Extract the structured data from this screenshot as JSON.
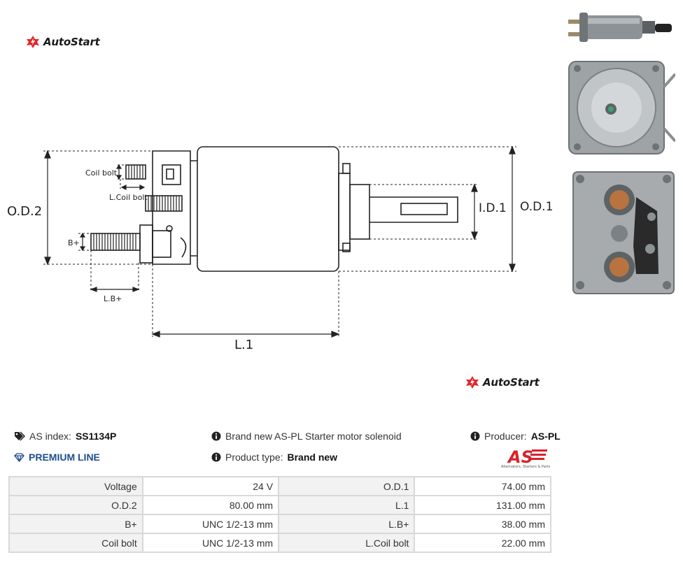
{
  "brand": {
    "logo_text": "AutoStart"
  },
  "drawing": {
    "labels": {
      "coil_bolt": "Coil bolt",
      "l_coil_bolt": "L.Coil bolt",
      "b_plus": "B+",
      "l_b_plus": "L.B+",
      "od2": "O.D.2",
      "od1": "O.D.1",
      "id1": "I.D.1",
      "l1": "L.1"
    }
  },
  "info": {
    "as_index_label": "AS index:",
    "as_index_value": "SS1134P",
    "premium": "PREMIUM LINE",
    "description": "Brand new AS-PL Starter motor solenoid",
    "product_type_label": "Product type:",
    "product_type_value": "Brand new",
    "producer_label": "Producer:",
    "producer_value": "AS-PL",
    "producer_logo_text": "AS",
    "producer_logo_tagline": "Alternators, Starters & Parts"
  },
  "specs": [
    {
      "l1": "Voltage",
      "v1": "24 V",
      "l2": "O.D.1",
      "v2": "74.00 mm"
    },
    {
      "l1": "O.D.2",
      "v1": "80.00 mm",
      "l2": "L.1",
      "v2": "131.00 mm"
    },
    {
      "l1": "B+",
      "v1": "UNC 1/2-13 mm",
      "l2": "L.B+",
      "v2": "38.00 mm"
    },
    {
      "l1": "Coil bolt",
      "v1": "UNC 1/2-13 mm",
      "l2": "L.Coil bolt",
      "v2": "22.00 mm"
    }
  ],
  "colors": {
    "accent_red": "#e0262c",
    "premium_blue": "#1e4d8c"
  }
}
